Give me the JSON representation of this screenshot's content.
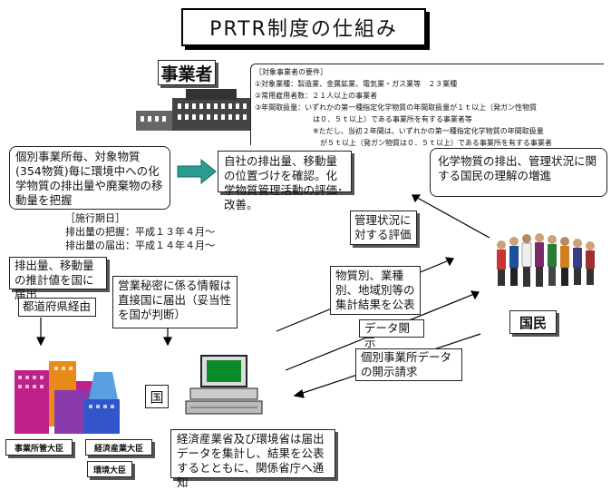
{
  "title": "PRTR制度の仕組み",
  "business_label": "事業者",
  "conditions": {
    "heading": "［対象事業者の要件］",
    "line1": "①対象業種：製造業、金属鉱業、電気業・ガス業等　２３業種",
    "line2": "②常用雇用者数：２１人以上の事業者",
    "line3": "③年間取扱量：いずれかの第一種指定化学物質の年間取扱量が１ｔ以上（発ガン性物質",
    "line4": "　　　　　　　　は０．５ｔ以上）である事業所を有する事業者等",
    "line5": "　　　　　　　　※ただし、当初２年間は、いずれかの第一種指定化学物質の年間取扱量",
    "line6": "　　　　　　　　　が５ｔ以上（発ガン物質は０．５ｔ以上）である事業所を有する事業者"
  },
  "boxes": {
    "grasp": "個別事業所毎、対象物質(354物質)毎に環境中への化学物質の排出量や廃棄物の移動量を把握",
    "own_eval": "自社の排出量、移動量の位置づけを確認。化学物質管理活動の評価･改善。",
    "public_understanding": "化学物質の排出、管理状況に関する国民の理解の増進",
    "report_to_state": "排出量、移動量の推計値を国に届出",
    "via_prefecture": "都道府県経由",
    "confidential": "営業秘密に係る情報は直接国に届出（妥当性を国が判断）",
    "mgmt_eval": "管理状況に対する評価",
    "publish_results": "物質別、業種別、地域別等の集計結果を公表",
    "data_disclosure": "データ開示",
    "disclosure_request": "個別事業所データの開示請求",
    "ministry_note": "経済産業省及び環境省は届出データを集計し、結果を公表するとともに、関係省庁へ通知"
  },
  "schedule": {
    "heading": "［施行期日］",
    "line1": "排出量の把握：平成１３年４月～",
    "line2": "排出量の届出：平成１４年４月～"
  },
  "public_label": "国民",
  "state_label": "国",
  "ministries": {
    "m1": "事業所管大臣",
    "m2": "経済産業大臣",
    "m3": "環境大臣"
  },
  "colors": {
    "arrow_teal": "#2a9d8f",
    "building_magenta": "#c0208a",
    "building_orange": "#e88a1a",
    "building_blue": "#3355cc"
  }
}
